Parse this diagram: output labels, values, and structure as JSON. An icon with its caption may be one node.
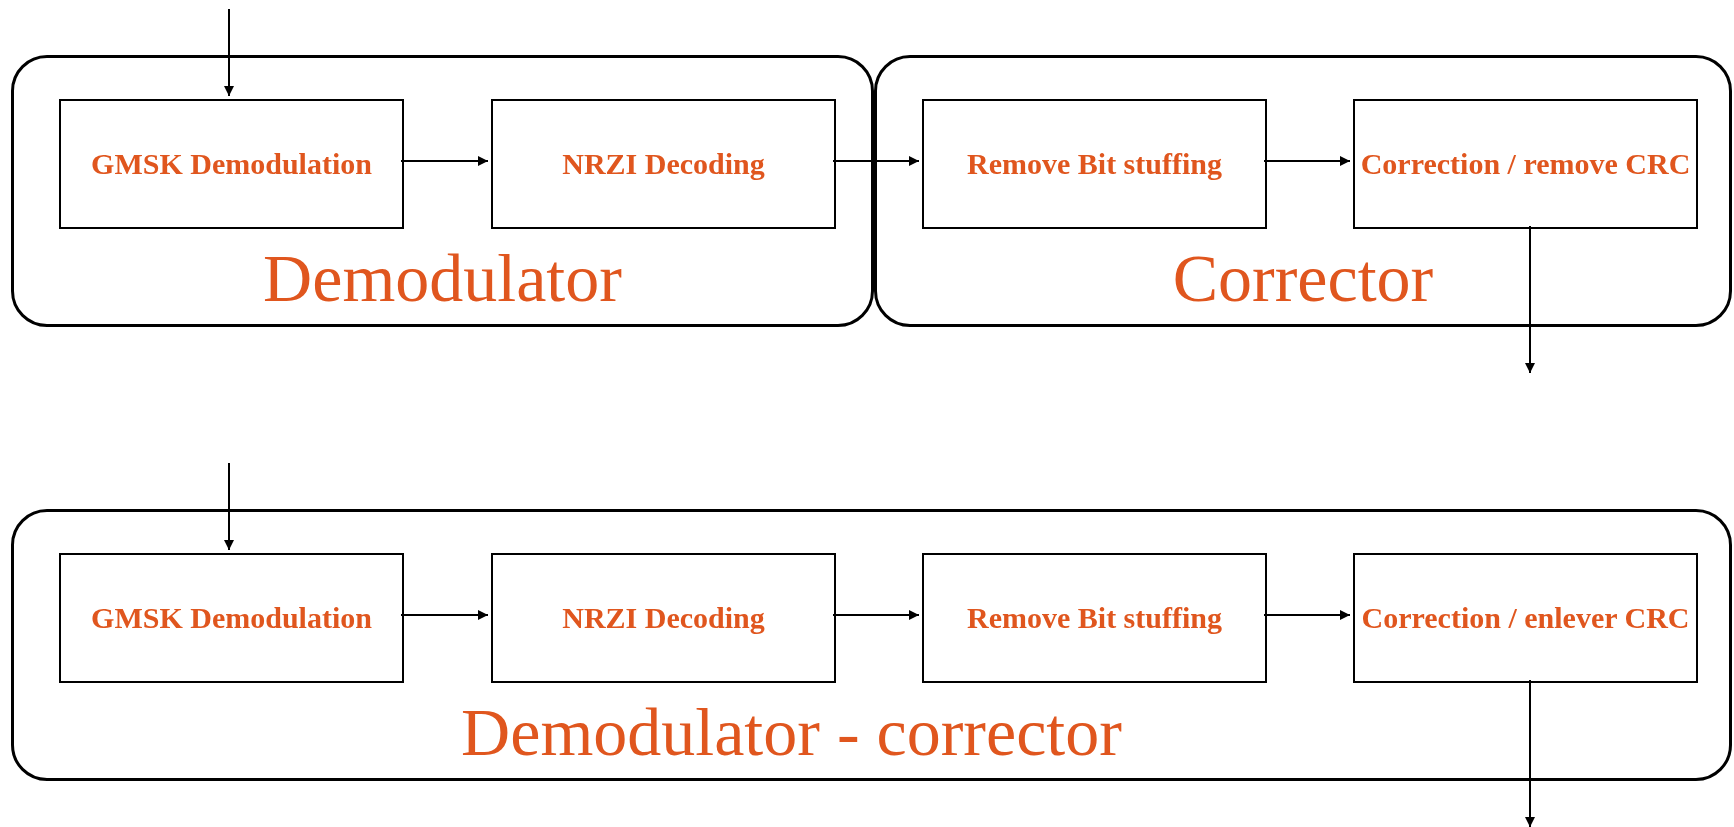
{
  "diagram": {
    "nodes": [
      {
        "text": [
          "Demodulator"
        ]
      },
      {
        "text": [
          "GMSK Demodulation"
        ],
        "in": 0
      },
      {
        "text": [
          "NRZI Decoding"
        ],
        "in": 0
      },
      {
        "text": [
          "Corrector"
        ]
      },
      {
        "text": [
          "Remove Bit stuffing"
        ],
        "in": 3
      },
      {
        "text": [
          "Correction / remove CRC"
        ],
        "in": 3
      },
      {
        "text": [
          "Demodulator - corrector"
        ]
      },
      {
        "text": [
          "GMSK Demodulation"
        ],
        "in": 6
      },
      {
        "text": [
          "NRZI Decoding"
        ],
        "in": 6
      },
      {
        "text": [
          "Remove Bit stuffing"
        ],
        "in": 6
      },
      {
        "text": [
          "Correction / enlever CRC"
        ],
        "in": 6
      }
    ],
    "edges": [
      {
        "from": null,
        "to": 1,
        "arrow": "to"
      },
      {
        "from": 1,
        "to": 2,
        "arrow": "to"
      },
      {
        "from": 2,
        "to": 4,
        "arrow": "to"
      },
      {
        "from": 4,
        "to": 5,
        "arrow": "to"
      },
      {
        "from": 5,
        "to": null,
        "arrow": "to"
      },
      {
        "from": null,
        "to": 7,
        "arrow": "to"
      },
      {
        "from": 7,
        "to": 8,
        "arrow": "to"
      },
      {
        "from": 8,
        "to": 9,
        "arrow": "to"
      },
      {
        "from": 9,
        "to": 10,
        "arrow": "to"
      },
      {
        "from": 10,
        "to": null,
        "arrow": "to"
      }
    ]
  }
}
